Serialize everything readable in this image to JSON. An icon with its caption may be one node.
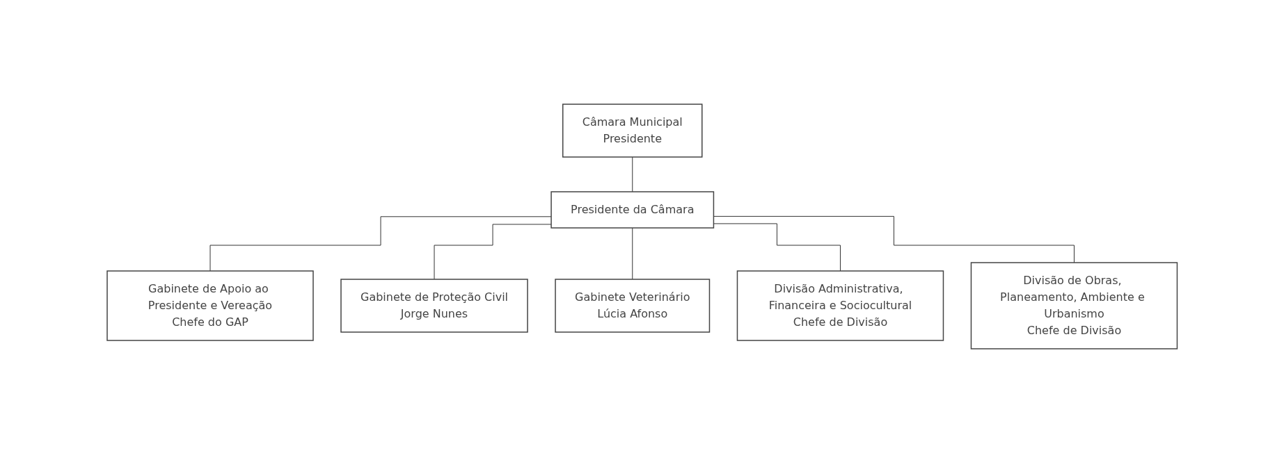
{
  "diagram": {
    "nodes": [
      {
        "text": [
          "Câmara Municipal",
          "Presidente"
        ]
      },
      {
        "text": [
          "Presidente da Câmara"
        ]
      },
      {
        "text": [
          "Gabinete de Apoio ao Presidente e Vereação",
          "Chefe do GAP"
        ]
      },
      {
        "text": [
          "Gabinete de Proteção Civil",
          "Jorge Nunes"
        ]
      },
      {
        "text": [
          "Gabinete Veterinário",
          "Lúcia Afonso"
        ]
      },
      {
        "text": [
          "Divisão Administrativa, Financeira e Sociocultural",
          "Chefe de Divisão"
        ]
      },
      {
        "text": [
          "Divisão de Obras, Planeamento, Ambiente e Urbanismo",
          "Chefe de Divisão"
        ]
      }
    ],
    "edges": [
      {
        "from": 0,
        "to": 1,
        "arrow": "none"
      },
      {
        "from": 1,
        "to": 2,
        "arrow": "none"
      },
      {
        "from": 1,
        "to": 3,
        "arrow": "none"
      },
      {
        "from": 1,
        "to": 4,
        "arrow": "none"
      },
      {
        "from": 1,
        "to": 5,
        "arrow": "none"
      },
      {
        "from": 1,
        "to": 6,
        "arrow": "none"
      }
    ]
  }
}
